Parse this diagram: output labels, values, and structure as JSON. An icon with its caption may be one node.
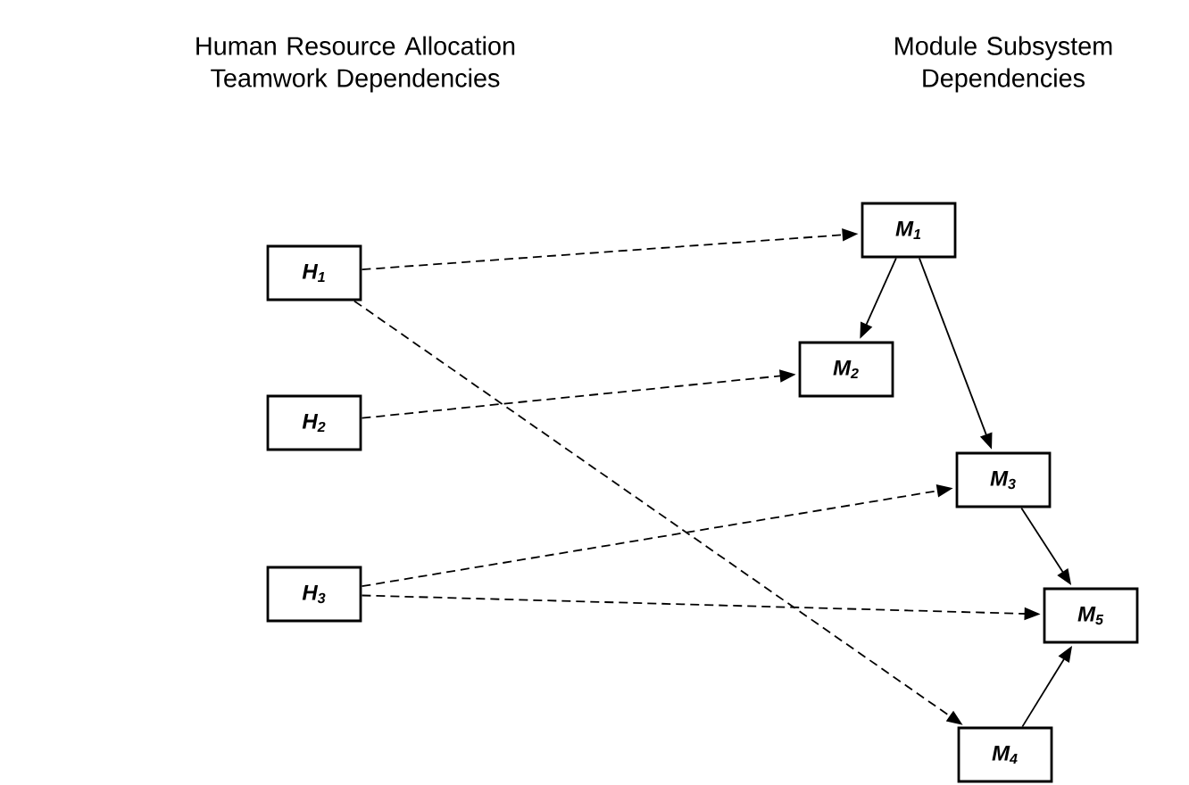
{
  "diagram": {
    "nodes": [
      {
        "text": [
          "H$_{1}$"
        ]
      },
      {
        "text": [
          "H$_{2}$"
        ]
      },
      {
        "text": [
          "H$_{3}$"
        ]
      },
      {
        "text": [
          "M$_{1}$"
        ]
      },
      {
        "text": [
          "M$_{2}$"
        ]
      },
      {
        "text": [
          "M$_{3}$"
        ]
      },
      {
        "text": [
          "M$_{5}$"
        ]
      },
      {
        "text": [
          "M$_{4}$"
        ]
      }
    ],
    "edges": [
      {
        "from": 0,
        "to": 3,
        "arrow": "to",
        "style": "dashed"
      },
      {
        "from": 0,
        "to": 7,
        "arrow": "to",
        "style": "dashed"
      },
      {
        "from": 1,
        "to": 4,
        "arrow": "to",
        "style": "dashed"
      },
      {
        "from": 2,
        "to": 5,
        "arrow": "to",
        "style": "dashed"
      },
      {
        "from": 2,
        "to": 6,
        "arrow": "to",
        "style": "dashed"
      },
      {
        "from": 3,
        "to": 4,
        "arrow": "to"
      },
      {
        "from": 3,
        "to": 5,
        "arrow": "to"
      },
      {
        "from": 5,
        "to": 6,
        "arrow": "to"
      },
      {
        "from": 7,
        "to": 6,
        "arrow": "to"
      }
    ],
    "labels": [
      "Human Resource Allocation Teamwork Dependencies",
      "Module Subsystem Dependencies"
    ]
  }
}
